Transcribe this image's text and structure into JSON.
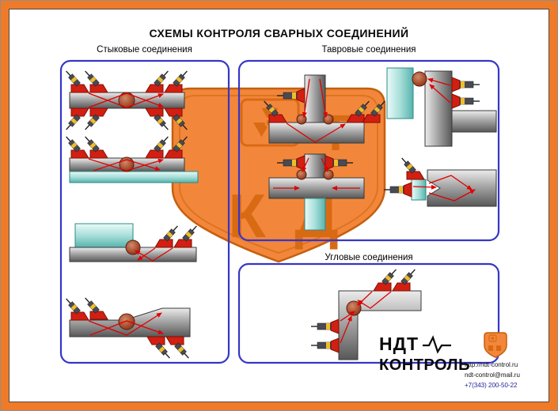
{
  "page": {
    "title": "СХЕМЫ КОНТРОЛЯ СВАРНЫХ СОЕДИНЕНИЙ"
  },
  "panels": {
    "butt": {
      "label": "Стыковые соединения"
    },
    "tee": {
      "label": "Тавровые соединения"
    },
    "corner": {
      "label": "Угловые соединения"
    }
  },
  "watermark": {
    "letter_top": "Т",
    "letter_left": "К",
    "letter_right": "Д"
  },
  "brand": {
    "name_top": "НДТ",
    "name_bottom": "КОНТРОЛЬ",
    "website": "http://ndt-control.ru",
    "email": "ndt-control@mail.ru",
    "phone": "+7(343) 200-50-22"
  },
  "colors": {
    "frame": "#ef7b28",
    "panel_border": "#3636c8",
    "arrow": "#e00000",
    "probe": "#d21f12",
    "plate_cyan": "#a8ded9",
    "watermark": "#f2873b",
    "watermark_detail": "#d96a14"
  }
}
